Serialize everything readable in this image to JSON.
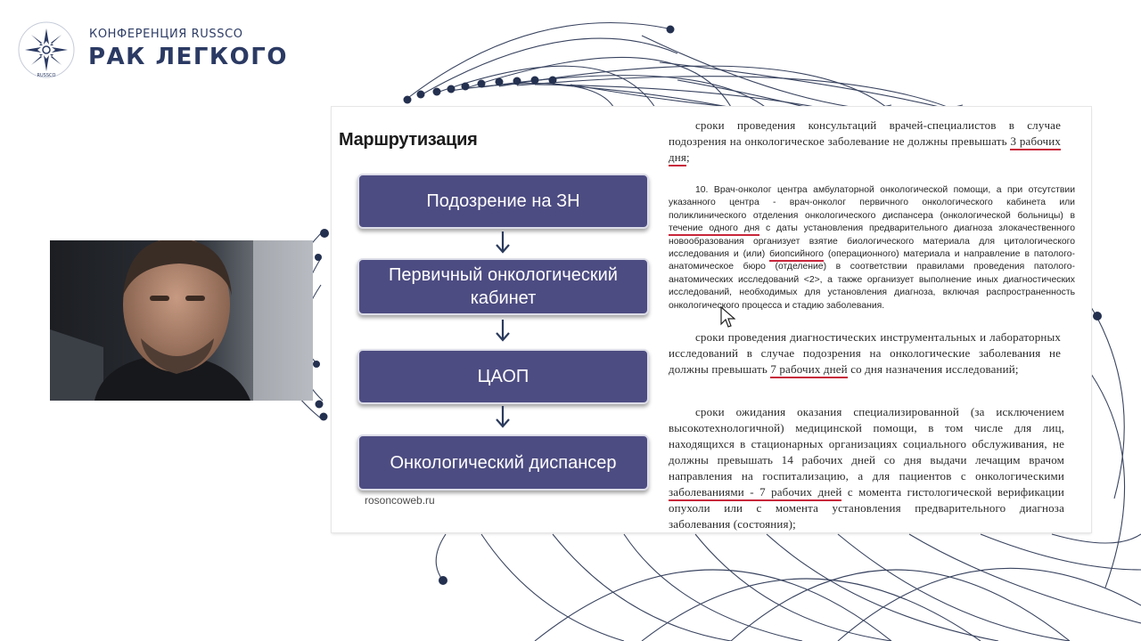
{
  "header": {
    "conference_label": "КОНФЕРЕНЦИЯ RUSSCO",
    "conference_title": "РАК ЛЕГКОГО",
    "logo_text": "RUSSCO"
  },
  "slide": {
    "title": "Маршрутизация",
    "steps": [
      "Подозрение на ЗН",
      "Первичный  онкологический кабинет",
      "ЦАОП",
      "Онкологический диспансер"
    ],
    "website": "rosoncoweb.ru"
  },
  "document": {
    "p1_text": "сроки проведения консультаций врачей-специалистов в случае подозрения на онкологическое заболевание не должны превышать",
    "p1_highlight": "3 рабочих дня",
    "p1_tail": ";",
    "p2_lead": "10. Врач-онколог центра амбулаторной онкологической помощи, а при отсутствии указанного центра - врач-онколог первичного онкологического кабинета или поликлинического отделения онкологического диспансера (онкологической больницы) в",
    "p2_highlight1": "течение одного дня",
    "p2_mid": "с даты установления предварительного диагноза злокачественного новообразования организует взятие биологического материала для цитологического исследования и (или)",
    "p2_highlight2": "биопсийного",
    "p2_tail": "(операционного) материала и направление в патолого-анатомическое бюро (отделение) в соответствии правилами проведения патолого-анатомических исследований <2>, а также организует выполнение иных диагностических исследований, необходимых для установления диагноза, включая распространенность онкологического процесса и стадию заболевания.",
    "p3_text": "сроки проведения диагностических инструментальных и лабораторных исследований в случае подозрения на онкологические заболевания не должны превышать",
    "p3_highlight": "7 рабочих дней",
    "p3_tail": "со дня назначения исследований;",
    "p4_text": "сроки ожидания оказания специализированной (за исключением высокотехнологичной) медицинской помощи, в том числе для лиц, находящихся в стационарных организациях социального обслуживания, не должны превышать 14 рабочих дней со дня выдачи лечащим врачом направления на госпитализацию, а для пациентов с онкологическими",
    "p4_highlight": "заболеваниями - 7 рабочих дней",
    "p4_tail": "с момента гистологической верификации опухоли или с момента установления предварительного диагноза заболевания (состояния);"
  },
  "colors": {
    "box_fill": "#4d4c82",
    "brand_navy": "#2b3a63",
    "underline_red": "#c8253a"
  }
}
